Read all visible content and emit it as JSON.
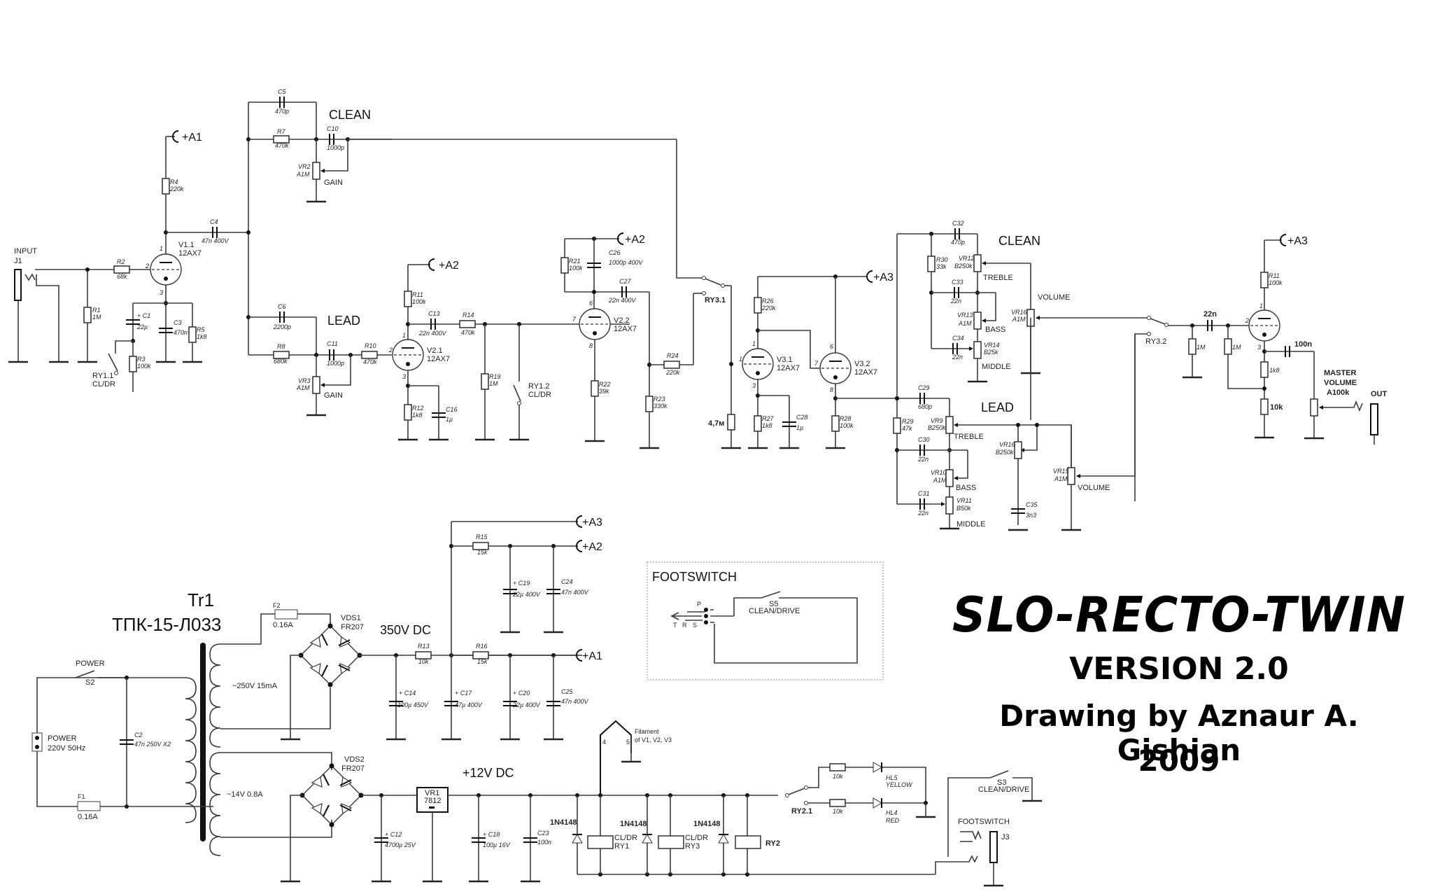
{
  "title": {
    "name": "SLO-RECTO-TWIN",
    "version": "VERSION 2.0",
    "author": "Drawing by Aznaur A. Gishian",
    "year": "2009"
  },
  "sections": {
    "clean_pre": "CLEAN",
    "lead_pre": "LEAD",
    "clean_tone": "CLEAN",
    "lead_tone": "LEAD",
    "gain": "GAIN",
    "treble": "TREBLE",
    "bass": "BASS",
    "middle": "MIDDLE",
    "volume": "VOLUME",
    "master_volume": [
      "MASTER",
      "VOLUME",
      "A100k"
    ],
    "out": "OUT",
    "input": [
      "INPUT",
      "J1"
    ],
    "footswitch_box": "FOOTSWITCH",
    "footswitch_jack": "FOOTSWITCH",
    "filament": [
      "Filament",
      "of V1, V2, V3"
    ]
  },
  "rails": {
    "a1": "+A1",
    "a2": "+A2",
    "a3": "+A3",
    "hv": "350V DC",
    "lv": "+12V DC"
  },
  "transformer": {
    "ref": "Tr1",
    "type": "ТПК-15-Л033",
    "sec1": "~250V 15mA",
    "sec2": "~14V 0.8A"
  },
  "tubes": [
    {
      "ref": "V1.1",
      "type": "12AX7"
    },
    {
      "ref": "V2.1",
      "type": "12AX7"
    },
    {
      "ref": "V2.2",
      "type": "12AX7"
    },
    {
      "ref": "V3.1",
      "type": "12AX7"
    },
    {
      "ref": "V3.2",
      "type": "12AX7"
    }
  ],
  "resistors": {
    "R1": "1M",
    "R2": "68k",
    "R3": "100k",
    "R4": "220k",
    "R5": "1k8",
    "R7": "470k",
    "R8": "680k",
    "R10": "470k",
    "R11": "100k",
    "R12": "1k8",
    "R13": "10k",
    "R14": "470k",
    "R15": "15k",
    "R16": "15k",
    "R19": "1M",
    "R21": "100k",
    "R22": "39k",
    "R23": "330k",
    "R24": "220k",
    "R26": "220k",
    "R27": "1k8",
    "R28": "100k",
    "R29": "47k",
    "R30": "33k",
    "R_grid": "4,7м",
    "R_out1": "1M",
    "R_out2": "1M",
    "R_outk": "1k8",
    "R_outk2": "10k",
    "R_led1": "10k",
    "R_led2": "10k",
    "R11b": "100k"
  },
  "capacitors": {
    "C1": "22µ",
    "C2": "47n 250V X2",
    "C3": "470n",
    "C4": "47n 400V",
    "C5": "470p",
    "C6": "2200p",
    "C10": "1000p",
    "C11": "1000p",
    "C12": "4700µ 25V",
    "C13": "22n 400V",
    "C14": "100µ 450V",
    "C16": "1µ",
    "C17": "47µ 400V",
    "C18": "100µ 16V",
    "C19": "22µ 400V",
    "C20": "22µ 400V",
    "C23": "100n",
    "C24": "47n 400V",
    "C25": "47n 400V",
    "C26": "1000p 400V",
    "C27": "22n 400V",
    "C28": "1µ",
    "C29": "680p",
    "C30": "22n",
    "C31": "22n",
    "C32": "470p",
    "C33": "22n",
    "C34": "22n",
    "C35": "3n3",
    "C_out_in": "22n",
    "C_out": "100n"
  },
  "pots": {
    "VR2": "A1M",
    "VR3": "A1M",
    "VR9": "B250k",
    "VR10": "A1M",
    "VR11": "B50k",
    "VR12": "B250k",
    "VR13": "A1M",
    "VR14": "B25k",
    "VR15": "A1M",
    "VR16_clean": "A1M",
    "VR16_lead": "B250k"
  },
  "power": {
    "mains_label": "POWER",
    "mains_value": "220V 50Hz",
    "switch_label": "POWER",
    "switch_ref": "S2",
    "fuse1": {
      "ref": "F1",
      "value": "0.16A"
    },
    "fuse2": {
      "ref": "F2",
      "value": "0.16A"
    },
    "bridge1": {
      "ref": "VDS1",
      "type": "FR207"
    },
    "bridge2": {
      "ref": "VDS2",
      "type": "FR207"
    },
    "regulator": {
      "ref": "VR1",
      "type": "7812"
    }
  },
  "relays": {
    "ry1": [
      "CL/DR",
      "RY1"
    ],
    "ry3": [
      "CL/DR",
      "RY3"
    ],
    "ry2": "RY2",
    "ry11": [
      "RY1.1",
      "CL/DR"
    ],
    "ry12": [
      "RY1.2",
      "CL/DR"
    ],
    "ry31": "RY3.1",
    "ry32": "RY3.2",
    "ry21": "RY2.1",
    "diode": "1N4148"
  },
  "leds": {
    "hl5": [
      "HL5",
      "YELLOW"
    ],
    "hl4": [
      "HL4",
      "RED"
    ]
  },
  "switches": {
    "s3": [
      "S3",
      "CLEAN/DRIVE"
    ],
    "s5": [
      "S5",
      "CLEAN/DRIVE"
    ],
    "jack_j3": "J3",
    "trs": [
      "T",
      "R",
      "S",
      "P"
    ]
  }
}
